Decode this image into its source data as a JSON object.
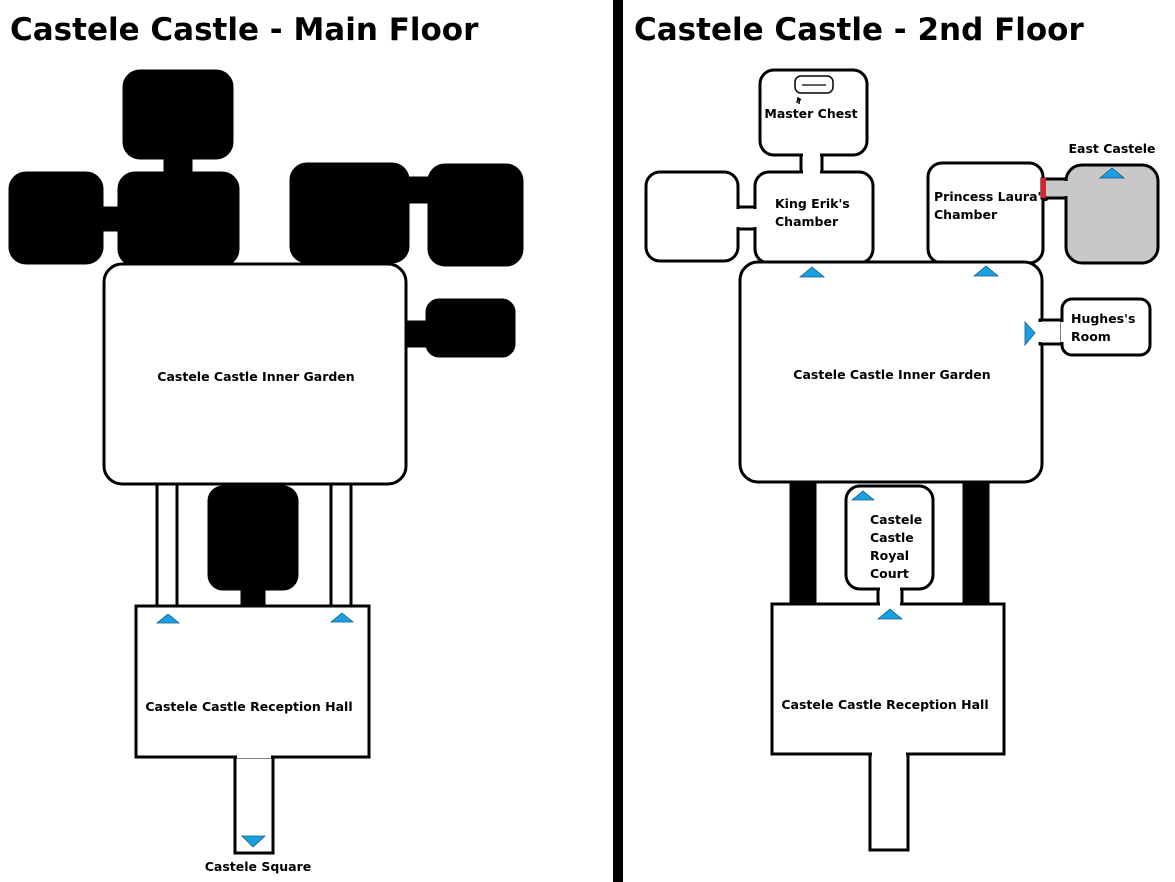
{
  "main_floor": {
    "title": "Castele Castle - Main Floor",
    "inner_garden": "Castele Castle Inner Garden",
    "reception_hall": "Castele Castle Reception Hall",
    "exit_label": "Castele Square"
  },
  "second_floor": {
    "title": "Castele Castle - 2nd Floor",
    "master_chest": "Master Chest",
    "king_chamber_line1": "King Erik's",
    "king_chamber_line2": "Chamber",
    "princess_chamber_line1": "Princess Laura's",
    "princess_chamber_line2": "Chamber",
    "east_castele": "East Castele",
    "hughes_line1": "Hughes's",
    "hughes_line2": "Room",
    "inner_garden": "Castele Castle Inner Garden",
    "royal_court_line1": "Castele",
    "royal_court_line2": "Castle",
    "royal_court_line3": "Royal",
    "royal_court_line4": "Court",
    "reception_hall": "Castele Castle Reception Hall"
  },
  "colors": {
    "stair_arrow": "#1a9fe0",
    "blocked_room": "#000000",
    "locked_area": "#c8c8c8",
    "locked_door": "#e0202a"
  }
}
